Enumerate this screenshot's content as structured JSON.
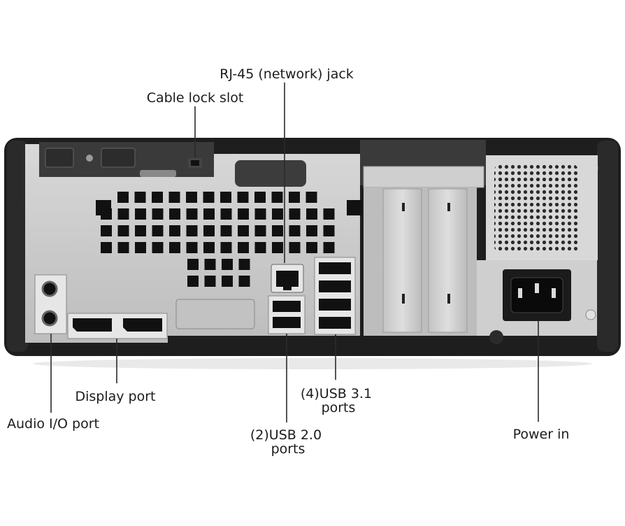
{
  "figure": {
    "subject": "Rear panel of small form factor desktop computer",
    "colors": {
      "chassis_dark": "#1e1e1e",
      "panel_silver": "#c9c9c9",
      "panel_light": "#dcdcdc",
      "port_black": "#111111",
      "leader_line": "#2a2a2a",
      "label_text": "#1c1c1c"
    },
    "callouts": [
      {
        "id": "rj45",
        "lines": [
          "RJ-45 (network) jack"
        ]
      },
      {
        "id": "cable_lock",
        "lines": [
          "Cable lock slot"
        ]
      },
      {
        "id": "display",
        "lines": [
          "Display port"
        ]
      },
      {
        "id": "audio",
        "lines": [
          "Audio I/O port"
        ]
      },
      {
        "id": "usb31",
        "lines": [
          "(4)USB 3.1",
          "ports"
        ]
      },
      {
        "id": "usb20",
        "lines": [
          "(2)USB 2.0",
          "ports"
        ]
      },
      {
        "id": "power",
        "lines": [
          "Power in"
        ]
      }
    ],
    "icons": [
      "power-inlet-icon",
      "audio-jack-icon",
      "usb-port-icon",
      "ethernet-port-icon",
      "displayport-icon",
      "screw-icon",
      "lock-slot-icon"
    ]
  }
}
